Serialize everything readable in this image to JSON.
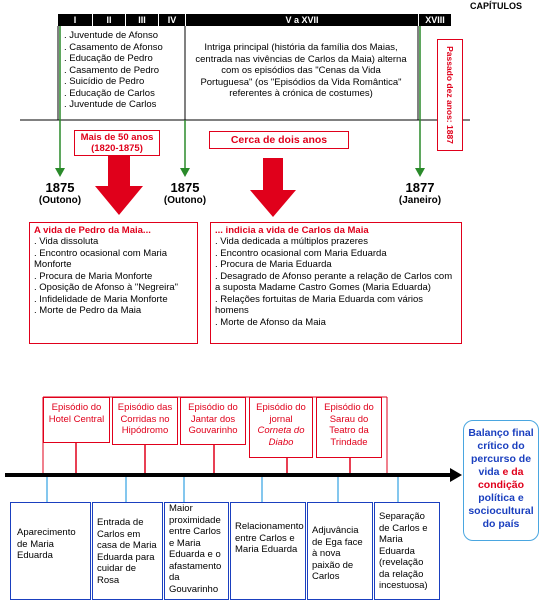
{
  "capitulos_label": "CAPÍTULOS",
  "chapters": [
    "I",
    "II",
    "III",
    "IV",
    "V a XVII",
    "XVIII"
  ],
  "left_list": [
    ". Juventude de Afonso",
    ". Casamento de Afonso",
    ". Educação de Pedro",
    ". Casamento de Pedro",
    ". Suicídio de Pedro",
    ". Educação de Carlos",
    ". Juventude de Carlos"
  ],
  "intrigue_text": "Intriga principal (história da família dos Maias, centrada nas vivências de Carlos da Maia) alterna com os episódios das \"Cenas da Vida Portuguesa\" (os \"Episódios da Vida Romântica\" referentes à crónica de costumes)",
  "vertical_note": "Passado dez anos: 1887",
  "period1": "Mais de 50 anos (1820-1875)",
  "period2": "Cerca de dois anos",
  "date1": {
    "year": "1875",
    "season": "(Outono)"
  },
  "date2": {
    "year": "1875",
    "season": "(Outono)"
  },
  "date3": {
    "year": "1877",
    "season": "(Janeiro)"
  },
  "pedro_title": "A vida de Pedro da Maia...",
  "pedro_items": [
    ". Vida dissoluta",
    ". Encontro ocasional com Maria Monforte",
    ". Procura de Maria Monforte",
    ". Oposição de Afonso à \"Negreira\"",
    ". Infidelidade de Maria Monforte",
    ". Morte de Pedro da Maia"
  ],
  "carlos_title": "... indicia a vida de Carlos da Maia",
  "carlos_items": [
    ". Vida dedicada a múltiplos prazeres",
    ". Encontro ocasional com Maria Eduarda",
    ". Procura de Maria Eduarda",
    ". Desagrado de Afonso perante a relação de Carlos com a suposta Madame Castro Gomes (Maria Eduarda)",
    ". Relações fortuitas de Maria Eduarda com vários homens",
    ". Morte de Afonso da Maia"
  ],
  "episodes": [
    {
      "text": "Episódio do Hotel Central",
      "italic": ""
    },
    {
      "text": "Episódio das Corridas no Hipódromo",
      "italic": ""
    },
    {
      "text": "Episódio do Jantar dos Gouvarinho",
      "italic": ""
    },
    {
      "text": "Episódio do jornal",
      "italic": "Corneta do Diabo"
    },
    {
      "text": "Episódio do Sarau do Teatro da Trindade",
      "italic": ""
    }
  ],
  "blue_events": [
    "Aparecimento de Maria Eduarda",
    "Entrada de Carlos em casa de Maria Eduarda para cuidar de Rosa",
    "Maior proximidade entre Carlos e Maria Eduarda e o afastamento da Gouvarinho",
    "Relacionamento entre Carlos e Maria Eduarda",
    "Adjuvância de Ega face à nova paixão de Carlos",
    "Separação de Carlos e Maria Eduarda (revelação da relação incestuosa)"
  ],
  "balance": {
    "blue1": "Balanço final crítico do percurso de vida",
    "red1": " e da condição ",
    "blue2": "política e sociocultural do país"
  },
  "colors": {
    "red": "#e0001b",
    "green": "#2a8a2a",
    "blue": "#1a3fbf",
    "black": "#000000"
  }
}
